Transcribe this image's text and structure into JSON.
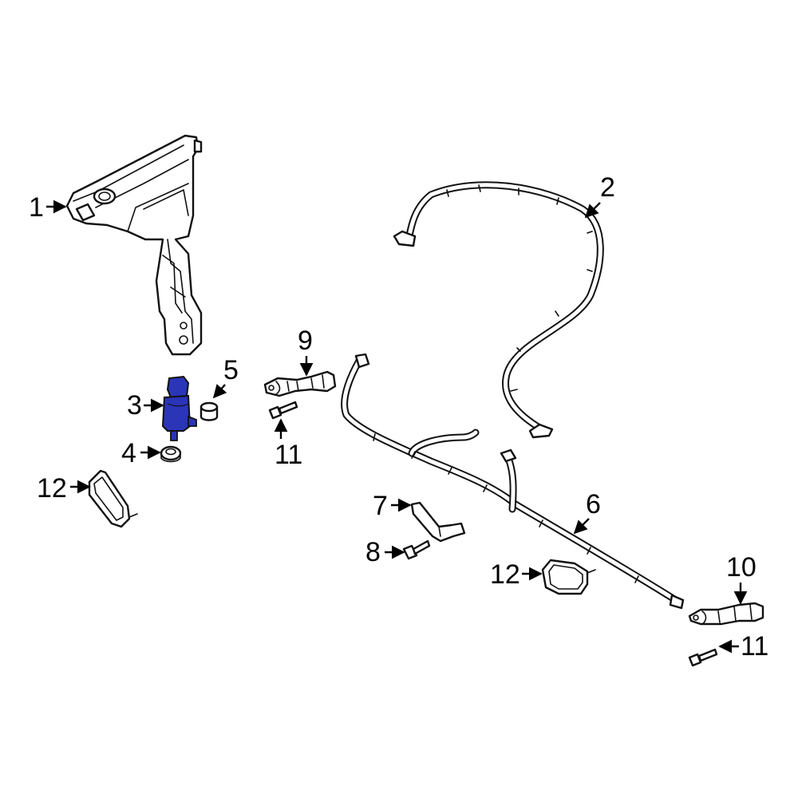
{
  "diagram": {
    "highlight_color": "#2a35b8",
    "line_color": "#111111",
    "background": "#ffffff"
  },
  "callouts": {
    "c1": "1",
    "c2": "2",
    "c3": "3",
    "c4": "4",
    "c5": "5",
    "c6": "6",
    "c7": "7",
    "c8": "8",
    "c9": "9",
    "c10": "10",
    "c11a": "11",
    "c11b": "11",
    "c12a": "12",
    "c12b": "12"
  }
}
